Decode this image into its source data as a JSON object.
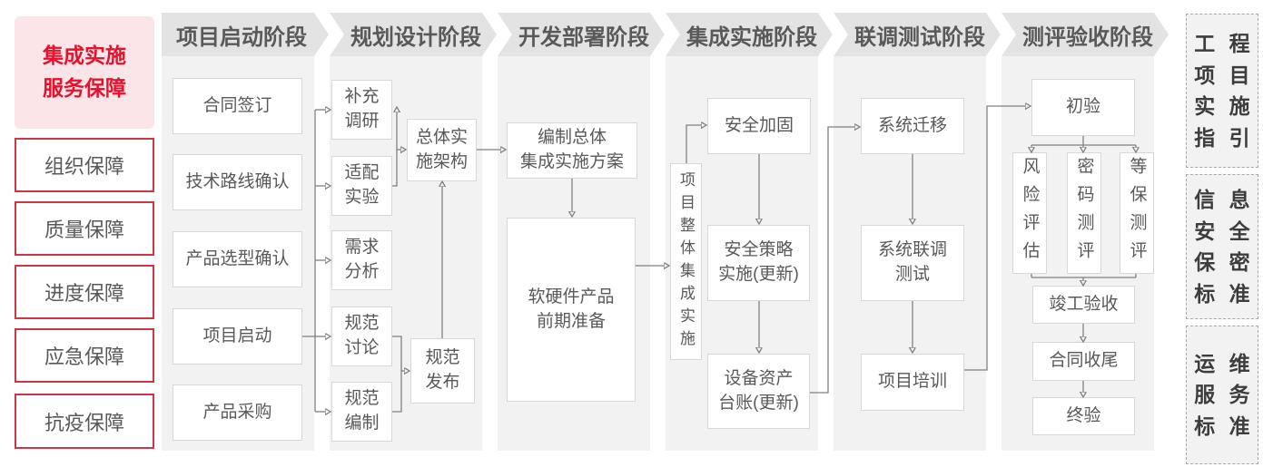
{
  "colors": {
    "accent_red_text": "#e8112d",
    "pink_background": "#fbe5e8",
    "red_border": "#cf3447",
    "header_background": "#e3e3e3",
    "column_background": "#f2f2f2",
    "box_border": "#d8d8d8",
    "body_text_gray": "#595959",
    "connector_gray": "#808080",
    "standards_text": "#3d3d3d"
  },
  "sidebar": {
    "title": "集成实施\n服务保障",
    "items": [
      {
        "label": "组织保障"
      },
      {
        "label": "质量保障"
      },
      {
        "label": "进度保障"
      },
      {
        "label": "应急保障"
      },
      {
        "label": "抗疫保障"
      }
    ]
  },
  "phases": [
    {
      "header": "项目启动阶段",
      "boxes": [
        {
          "label": "合同签订"
        },
        {
          "label": "技术路线确认"
        },
        {
          "label": "产品选型确认"
        },
        {
          "label": "项目启动"
        },
        {
          "label": "产品采购"
        }
      ]
    },
    {
      "header": "规划设计阶段",
      "boxes": [
        {
          "label": "补充\n调研"
        },
        {
          "label": "适配\n实验"
        },
        {
          "label": "需求\n分析"
        },
        {
          "label": "规范\n讨论"
        },
        {
          "label": "规范\n编制"
        },
        {
          "label": "总体实\n施架构"
        },
        {
          "label": "规范\n发布"
        }
      ]
    },
    {
      "header": "开发部署阶段",
      "boxes": [
        {
          "label": "编制总体\n集成实施方案"
        },
        {
          "label": "软硬件产品\n前期准备"
        }
      ]
    },
    {
      "header": "集成实施阶段",
      "boxes": [
        {
          "label": "项目整体集成实施"
        },
        {
          "label": "安全加固"
        },
        {
          "label": "安全策略\n实施(更新)"
        },
        {
          "label": "设备资产\n台账(更新)"
        }
      ]
    },
    {
      "header": "联调测试阶段",
      "boxes": [
        {
          "label": "系统迁移"
        },
        {
          "label": "系统联调\n测试"
        },
        {
          "label": "项目培训"
        }
      ]
    },
    {
      "header": "测评验收阶段",
      "boxes": [
        {
          "label": "初验"
        },
        {
          "label": "风险评估"
        },
        {
          "label": "密码测评"
        },
        {
          "label": "等保测评"
        },
        {
          "label": "竣工验收"
        },
        {
          "label": "合同收尾"
        },
        {
          "label": "终验"
        }
      ]
    }
  ],
  "standards": [
    {
      "rows": [
        "工 程",
        "项 目",
        "实 施",
        "指 引"
      ]
    },
    {
      "rows": [
        "信 息",
        "安 全",
        "保 密",
        "标 准"
      ]
    },
    {
      "rows": [
        "运 维",
        "服 务",
        "标 准"
      ]
    }
  ]
}
